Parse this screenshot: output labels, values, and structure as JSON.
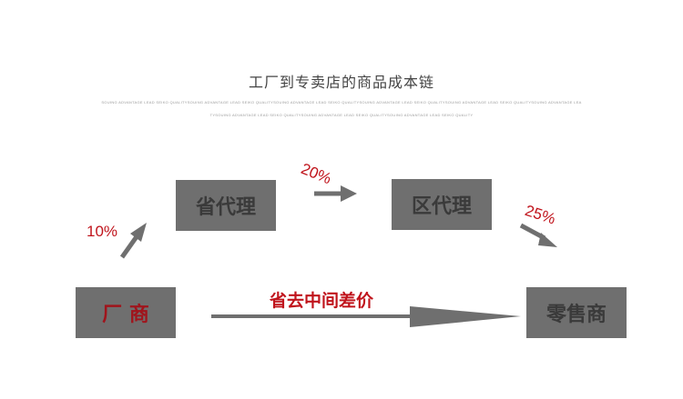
{
  "title": "工厂到专卖店的商品成本链",
  "subtitle_line1": "SOUING ADVANTAGE LEAD SEIKO QUALITYSOUING ADVANTAGE LEAD SEIKO QUALITYSOUING ADVANTAGE LEAD SEIKO QUALITYSOUING ADVANTAGE LEAD SEIKO QUALITYSOUING ADVANTAGE LEAD SEIKO QUALITYSOUING ADVANTAGE LEA",
  "subtitle_line2": "TYSOUING ADVANTAGE LEAD SEIKO QUALITYSOUING ADVANTAGE LEAD SEIKO QUALITYSOUING ADVANTAGE LEAD SEIKO QUALITY",
  "nodes": {
    "factory": "厂 商",
    "provincial": "省代理",
    "district": "区代理",
    "retailer": "零售商"
  },
  "markups": {
    "factory_to_provincial": "10%",
    "provincial_to_district": "20%",
    "district_to_retailer": "25%"
  },
  "direct_path_label": "省去中间差价",
  "colors": {
    "box": "#6f6f6f",
    "box_text_dark": "#3a3a3a",
    "factory_text": "#a0141c",
    "accent_red": "#c0141c",
    "arrow": "#6f6f6f"
  }
}
